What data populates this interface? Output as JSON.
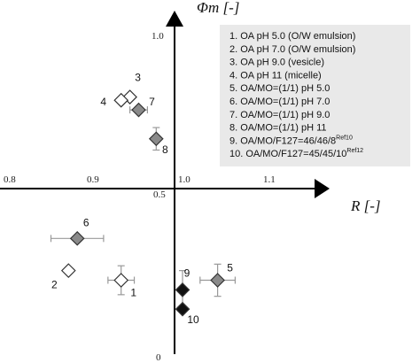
{
  "chart_data": {
    "type": "scatter",
    "xlabel": "R [-]",
    "ylabel": "Φm [-]",
    "x_ticks": [
      "0.8",
      "0.9",
      "1.0",
      "1.1"
    ],
    "y_ticks": [
      "0",
      "0.5",
      "1.0"
    ],
    "xlim": [
      0.79,
      1.16
    ],
    "ylim": [
      0,
      1.06
    ],
    "grid": false,
    "legend_position": "top-right",
    "legend": [
      "1.   OA pH 5.0 (O/W emulsion)",
      "2.   OA pH 7.0 (O/W emulsion)",
      "3.   OA pH 9.0 (vesicle)",
      "4.   OA pH 11 (micelle)",
      "5.   OA/MO=(1/1) pH 5.0",
      "6.   OA/MO=(1/1) pH 7.0",
      "7.   OA/MO=(1/1) pH 9.0",
      "8.   OA/MO=(1/1) pH 11",
      "9.   OA/MO/F127=46/46/8",
      "10. OA/MO/F127=45/45/10"
    ],
    "legend_superscripts": [
      "",
      "",
      "",
      "",
      "",
      "",
      "",
      "",
      "Ref10",
      "Ref12"
    ],
    "points": [
      {
        "label": "1",
        "x": 0.93,
        "y": 0.23,
        "xerr": 0.015,
        "yerr": 0.045,
        "marker": "open-diamond"
      },
      {
        "label": "2",
        "x": 0.87,
        "y": 0.26,
        "xerr": 0.0,
        "yerr": 0.0,
        "marker": "open-diamond"
      },
      {
        "label": "3",
        "x": 0.94,
        "y": 0.8,
        "xerr": 0.0,
        "yerr": 0.0,
        "marker": "open-diamond"
      },
      {
        "label": "4",
        "x": 0.93,
        "y": 0.79,
        "xerr": 0.0,
        "yerr": 0.0,
        "marker": "open-diamond"
      },
      {
        "label": "5",
        "x": 1.04,
        "y": 0.23,
        "xerr": 0.02,
        "yerr": 0.05,
        "marker": "gray-diamond"
      },
      {
        "label": "6",
        "x": 0.88,
        "y": 0.36,
        "xerr": 0.03,
        "yerr": 0.0,
        "marker": "gray-diamond"
      },
      {
        "label": "7",
        "x": 0.95,
        "y": 0.76,
        "xerr": 0.01,
        "yerr": 0.0,
        "marker": "gray-diamond"
      },
      {
        "label": "8",
        "x": 0.97,
        "y": 0.67,
        "xerr": 0.0,
        "yerr": 0.035,
        "marker": "gray-diamond"
      },
      {
        "label": "9",
        "x": 1.0,
        "y": 0.2,
        "xerr": 0.0,
        "yerr": 0.06,
        "marker": "black-diamond"
      },
      {
        "label": "10",
        "x": 1.0,
        "y": 0.14,
        "xerr": 0.0,
        "yerr": 0.0,
        "marker": "black-diamond"
      }
    ],
    "colors": {
      "open": "#ffffff",
      "gray": "#8a8a8a",
      "black": "#111111",
      "legend_bg": "#e9e9e9"
    }
  }
}
